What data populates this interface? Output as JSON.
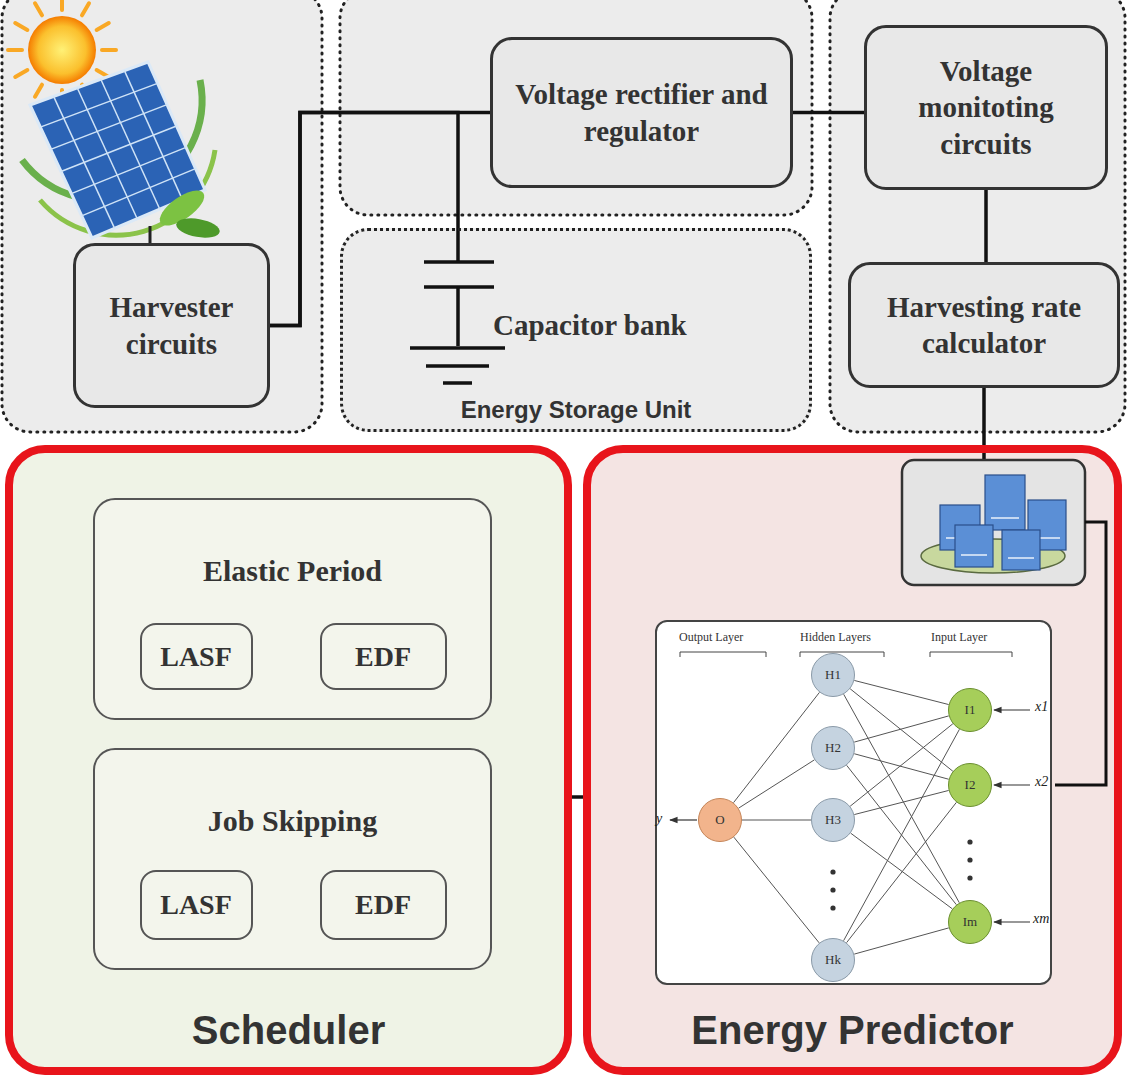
{
  "diagram": {
    "nodes": [
      {
        "text": [
          "Harvester circuits"
        ]
      },
      {
        "text": [
          "Voltage rectifier and regulator"
        ]
      },
      {
        "text": [
          "Capacitor bank",
          "Energy Storage Unit"
        ]
      },
      {
        "text": [
          "Voltage monitoting circuits"
        ]
      },
      {
        "text": [
          "Harvesting rate calculator"
        ]
      },
      {
        "text": [
          "Scheduler"
        ]
      },
      {
        "text": [
          "Elastic Period"
        ],
        "in": 5
      },
      {
        "text": [
          "LASF"
        ],
        "in": 6
      },
      {
        "text": [
          "EDF"
        ],
        "in": 6
      },
      {
        "text": [
          "Job Skipping"
        ],
        "in": 5
      },
      {
        "text": [
          "LASF"
        ],
        "in": 9
      },
      {
        "text": [
          "EDF"
        ],
        "in": 9
      },
      {
        "text": [
          "Energy Predictor"
        ]
      },
      {
        "text": [
          "Output Layer",
          "Hidden Layers",
          "Input Layer"
        ],
        "in": 12
      },
      {
        "text": [
          "O"
        ],
        "in": 13
      },
      {
        "text": [
          "H1"
        ],
        "in": 13
      },
      {
        "text": [
          "H2"
        ],
        "in": 13
      },
      {
        "text": [
          "H3"
        ],
        "in": 13
      },
      {
        "text": [
          "Hk"
        ],
        "in": 13
      },
      {
        "text": [
          "I1"
        ],
        "in": 13
      },
      {
        "text": [
          "I2"
        ],
        "in": 13
      },
      {
        "text": [
          "Im"
        ],
        "in": 13
      }
    ],
    "edges": [
      {
        "from": 0,
        "to": 1,
        "arrow": "none"
      },
      {
        "from": 0,
        "to": 2,
        "arrow": "none"
      },
      {
        "from": 1,
        "to": 3,
        "arrow": "none"
      },
      {
        "from": 3,
        "to": 4,
        "arrow": "none"
      },
      {
        "from": 4,
        "to": 12,
        "arrow": "none"
      },
      {
        "from": 12,
        "to": 5,
        "arrow": "none"
      },
      {
        "from": 15,
        "to": 14,
        "arrow": "none"
      },
      {
        "from": 16,
        "to": 14,
        "arrow": "none"
      },
      {
        "from": 17,
        "to": 14,
        "arrow": "none"
      },
      {
        "from": 18,
        "to": 14,
        "arrow": "none"
      },
      {
        "from": 19,
        "to": 15,
        "arrow": "none"
      },
      {
        "from": 19,
        "to": 16,
        "arrow": "none"
      },
      {
        "from": 19,
        "to": 17,
        "arrow": "none"
      },
      {
        "from": 19,
        "to": 18,
        "arrow": "none"
      },
      {
        "from": 20,
        "to": 15,
        "arrow": "none"
      },
      {
        "from": 20,
        "to": 16,
        "arrow": "none"
      },
      {
        "from": 20,
        "to": 17,
        "arrow": "none"
      },
      {
        "from": 20,
        "to": 18,
        "arrow": "none"
      },
      {
        "from": 21,
        "to": 15,
        "arrow": "none"
      },
      {
        "from": 21,
        "to": 16,
        "arrow": "none"
      },
      {
        "from": 21,
        "to": 17,
        "arrow": "none"
      },
      {
        "from": 21,
        "to": 18,
        "arrow": "none"
      }
    ],
    "labels": [
      "y",
      "x1",
      "x2",
      "xm"
    ]
  }
}
